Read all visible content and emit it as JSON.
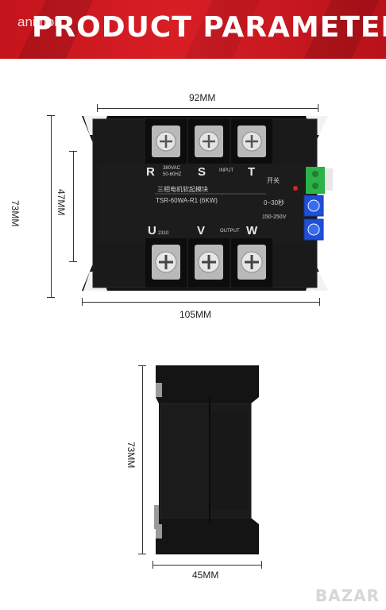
{
  "banner": {
    "watermark": "animob",
    "title": "PRODUCT PARAMETER"
  },
  "top_view": {
    "dim_width_top": "92MM",
    "dim_height_left": "73MM",
    "dim_height_inner": "47MM",
    "dim_width_bottom": "105MM",
    "input_terminals": [
      "R",
      "S",
      "T"
    ],
    "output_terminals": [
      "U",
      "V",
      "W"
    ],
    "u_subscript": "2310",
    "spec_line_1": "380VAC",
    "spec_line_2": "50-60HZ",
    "input_label": "INPUT",
    "output_label": "OUTPUT",
    "chinese_title": "三相电机软起模块",
    "model": "TSR-60WA-R1 (6KW)",
    "switch_label": "开关",
    "time_label": "0~30秒",
    "voltage_label": "150-250V"
  },
  "side_view": {
    "dim_height": "73MM",
    "dim_width": "45MM"
  },
  "corner_watermark": "BAZAR",
  "colors": {
    "banner_red": "#d81e25",
    "module_body": "#151515",
    "terminal_green": "#2db24a",
    "pot_blue": "#1e4fd8"
  }
}
